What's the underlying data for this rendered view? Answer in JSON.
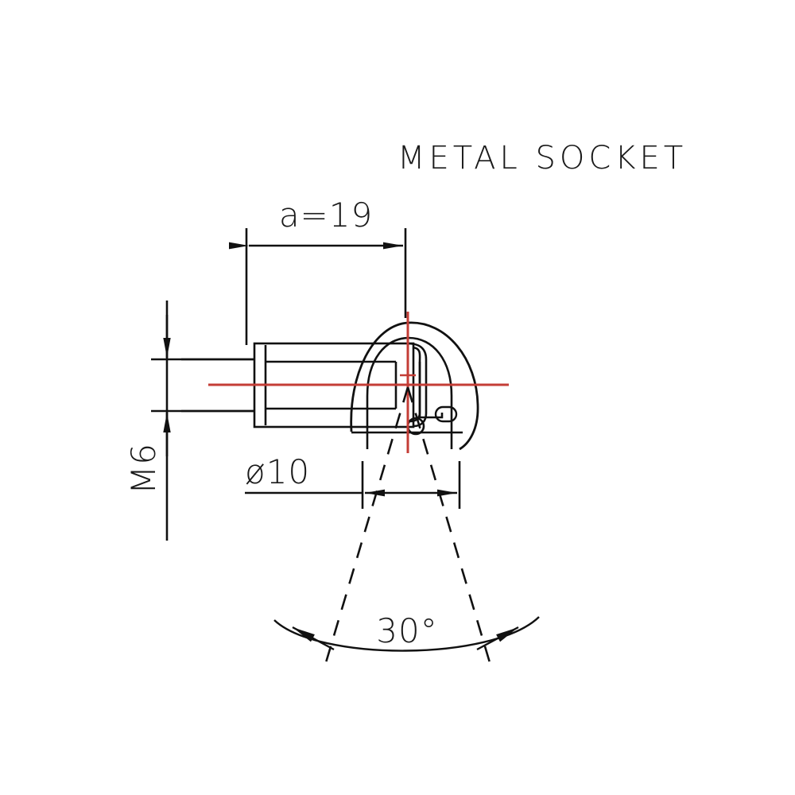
{
  "drawing": {
    "title": "METAL SOCKET",
    "background_color": "#ffffff",
    "line_color": "#1a1a1a",
    "centerline_color": "#c43d36",
    "dimensions": {
      "length_label": "a=19",
      "thread_label": "M6",
      "bore_label": "ø10",
      "angle_label": "30°"
    }
  }
}
